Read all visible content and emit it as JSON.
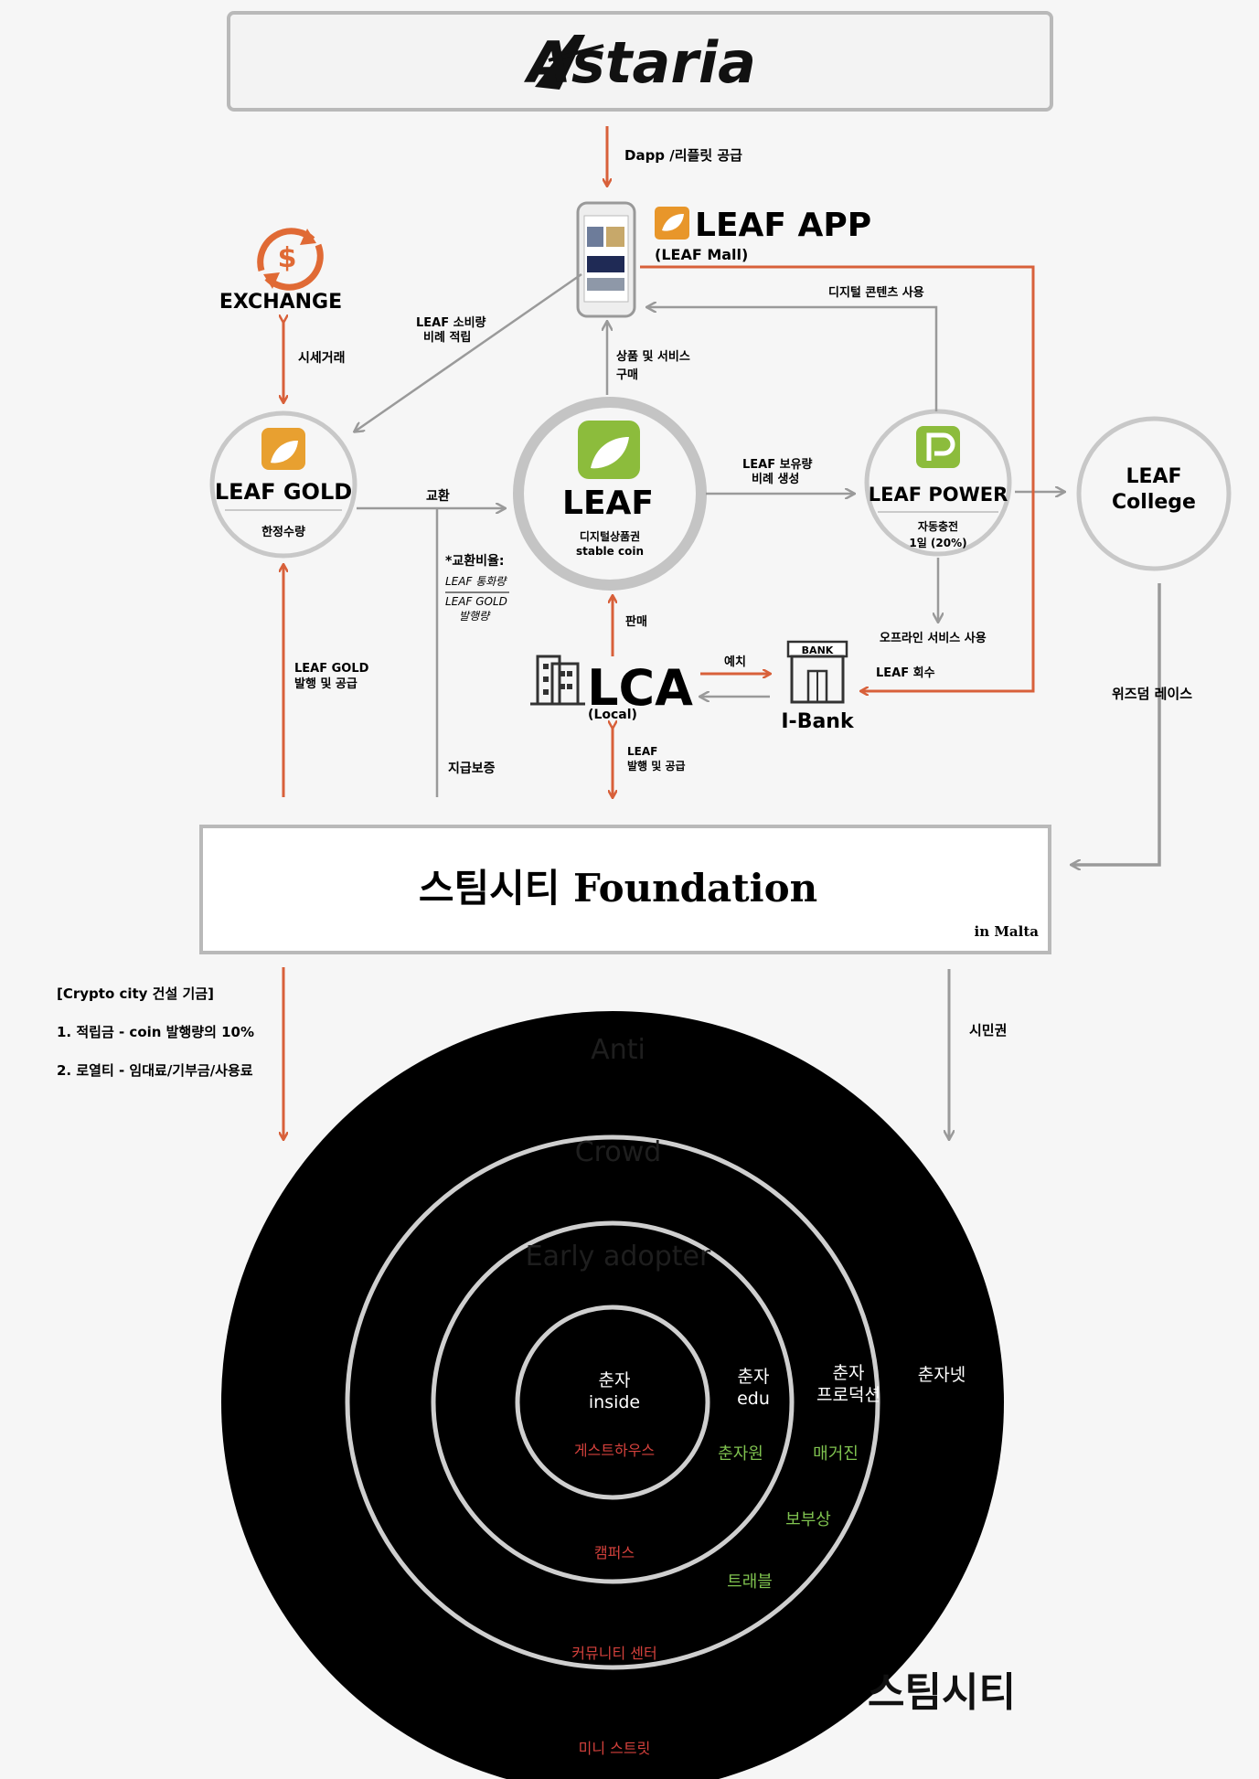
{
  "header": {
    "logo_text": "Astaria"
  },
  "app": {
    "title": "LEAF APP",
    "subtitle": "(LEAF Mall)",
    "supply_label": "Dapp /리플릿 공급",
    "digital_contents": "디지털 콘텐츠 사용",
    "purchase_line1": "상품 및 서비스",
    "purchase_line2": "구매",
    "consume_line1": "LEAF 소비량",
    "consume_line2": "비례 적립"
  },
  "exchange": {
    "label": "EXCHANGE",
    "trade": "시세거래"
  },
  "leaf_gold": {
    "title": "LEAF GOLD",
    "sub": "한정수량",
    "issue_line1": "LEAF GOLD",
    "issue_line2": "발행 및 공급"
  },
  "leaf": {
    "title": "LEAF",
    "sub1": "디지털상품권",
    "sub2": "stable coin",
    "exchange": "교환",
    "ratio_title": "*교환비율:",
    "ratio_num": "LEAF 통화량",
    "ratio_den1": "LEAF GOLD",
    "ratio_den2": "발행량",
    "payment_guarantee": "지급보증",
    "sale": "판매"
  },
  "leaf_power": {
    "title": "LEAF POWER",
    "sub1": "자동충전",
    "sub2": "1일 (20%)",
    "hold_line1": "LEAF 보유량",
    "hold_line2": "비례 생성",
    "offline": "오프라인 서비스 사용"
  },
  "leaf_college": {
    "line1": "LEAF",
    "line2": "College",
    "wisdom": "위즈덤   레이스"
  },
  "lca": {
    "title": "LCA",
    "sub": "(Local)",
    "deposit": "예치",
    "issue_line1": "LEAF",
    "issue_line2": "발행 및 공급"
  },
  "bank": {
    "sign": "BANK",
    "title": "I-Bank",
    "collect": "LEAF 회수"
  },
  "foundation": {
    "title": "스팀시티 Foundation",
    "location": "in Malta"
  },
  "fund": {
    "title": "[Crypto city 건설 기금]",
    "item1": "1. 적립금 - coin 발행량의 10%",
    "item2": "2. 로열티 - 임대료/기부금/사용료"
  },
  "citizenship": "시민권",
  "city": {
    "title": "스팀시티",
    "ring_labels": [
      "Anti",
      "Crowd",
      "Early adopter"
    ],
    "ring_names": [
      {
        "line1": "춘자",
        "line2": "inside"
      },
      {
        "line1": "춘자",
        "line2": "edu"
      },
      {
        "line1": "춘자",
        "line2": "프로덕션"
      },
      {
        "line1": "춘자넷",
        "line2": ""
      }
    ],
    "places": {
      "guesthouse": "게스트하우스",
      "chunjawon": "춘자원",
      "magazine": "매거진",
      "treasure": "보부상",
      "campus": "캠퍼스",
      "travel": "트래블",
      "community": "커뮤니티 센터",
      "mini_street": "미니 스트릿"
    }
  },
  "colors": {
    "arrow_orange": "#d8603a",
    "arrow_gray": "#9a9a9a",
    "leaf_green": "#8cbc3c",
    "gold_orange": "#e8962a",
    "place_red": "#d4413c",
    "place_green": "#7fc24f"
  }
}
